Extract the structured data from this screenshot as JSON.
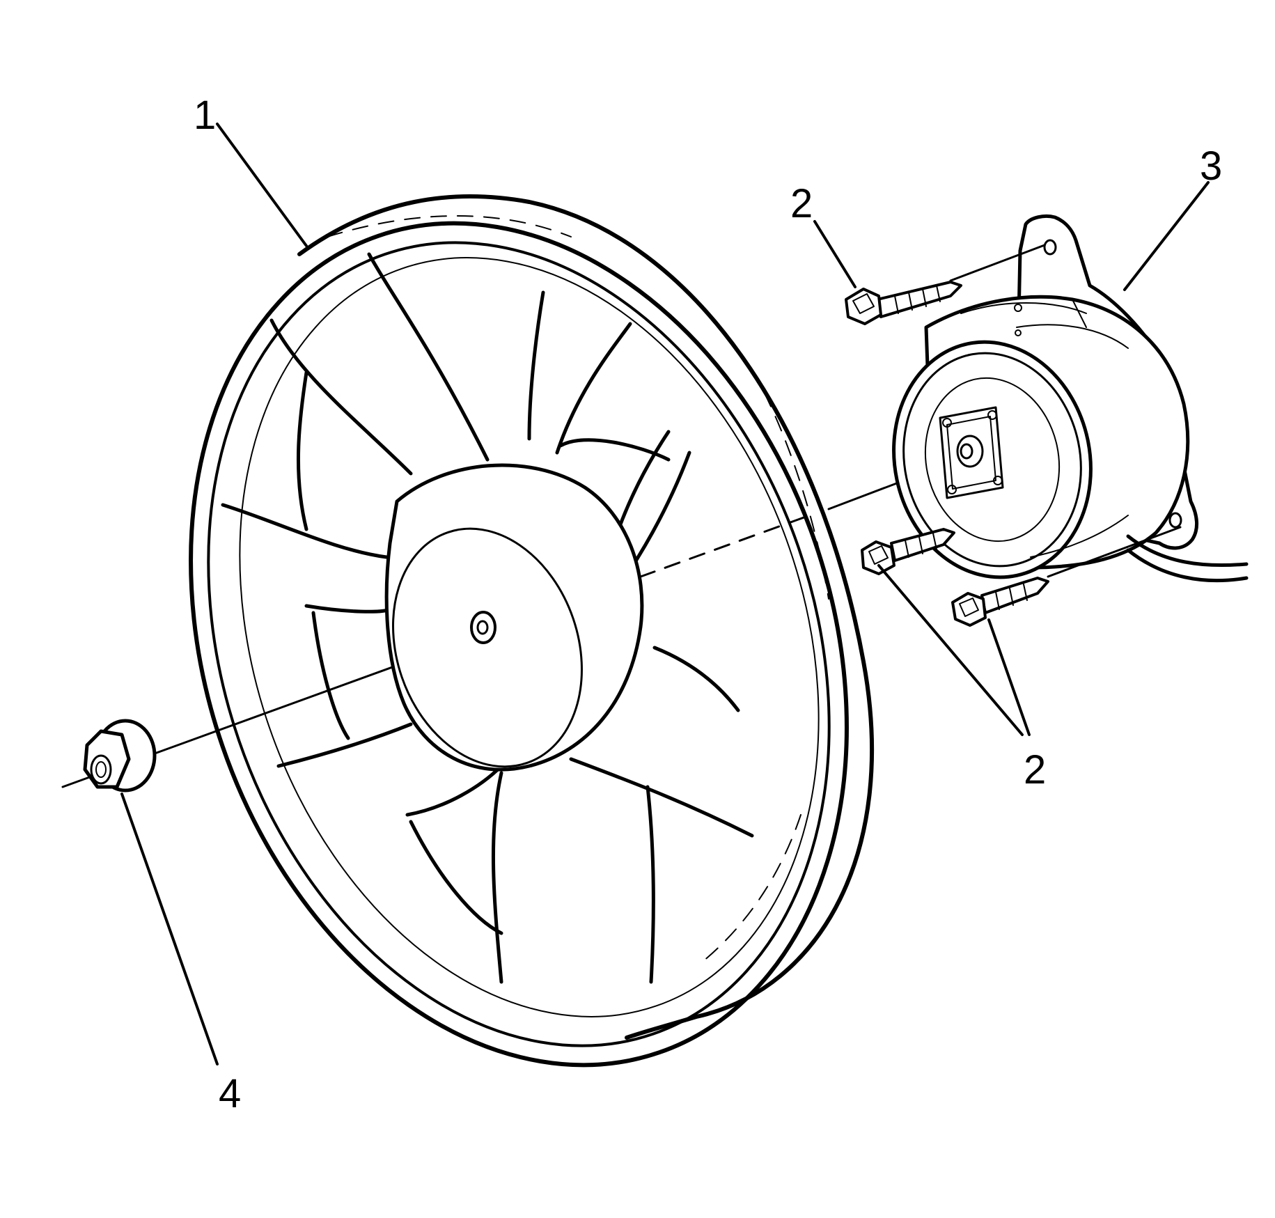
{
  "diagram": {
    "callouts": [
      {
        "id": "fan-blade",
        "text": "1"
      },
      {
        "id": "screw-top",
        "text": "2"
      },
      {
        "id": "motor",
        "text": "3"
      },
      {
        "id": "screws-bottom",
        "text": "2"
      },
      {
        "id": "nut",
        "text": "4"
      }
    ],
    "stroke_color": "#000000",
    "background_color": "#ffffff"
  }
}
